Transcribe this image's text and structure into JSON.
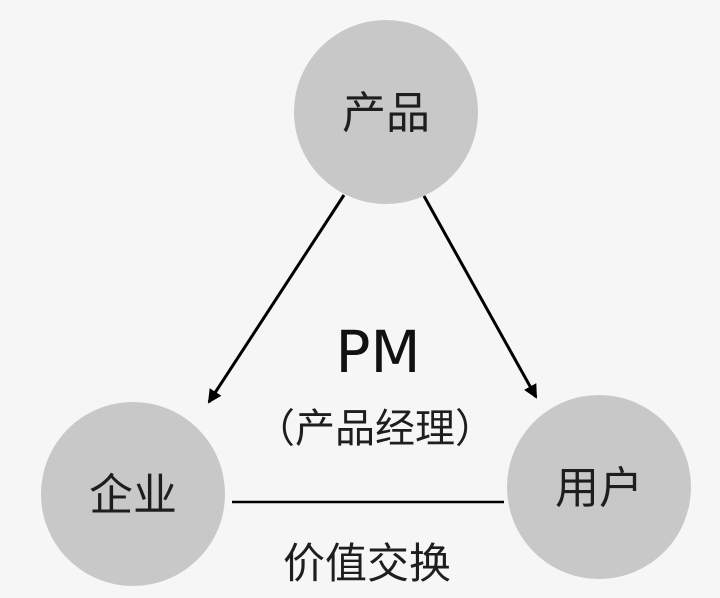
{
  "nodes": {
    "product": {
      "label": "产品"
    },
    "enterprise": {
      "label": "企业"
    },
    "user": {
      "label": "用户"
    }
  },
  "center": {
    "title": "PM",
    "subtitle": "（产品经理）"
  },
  "edge": {
    "label": "价值交换"
  },
  "colors": {
    "background": "#f6f6f6",
    "node_fill": "#c8c8c8",
    "line": "#000000",
    "text": "#1e1e1e"
  }
}
